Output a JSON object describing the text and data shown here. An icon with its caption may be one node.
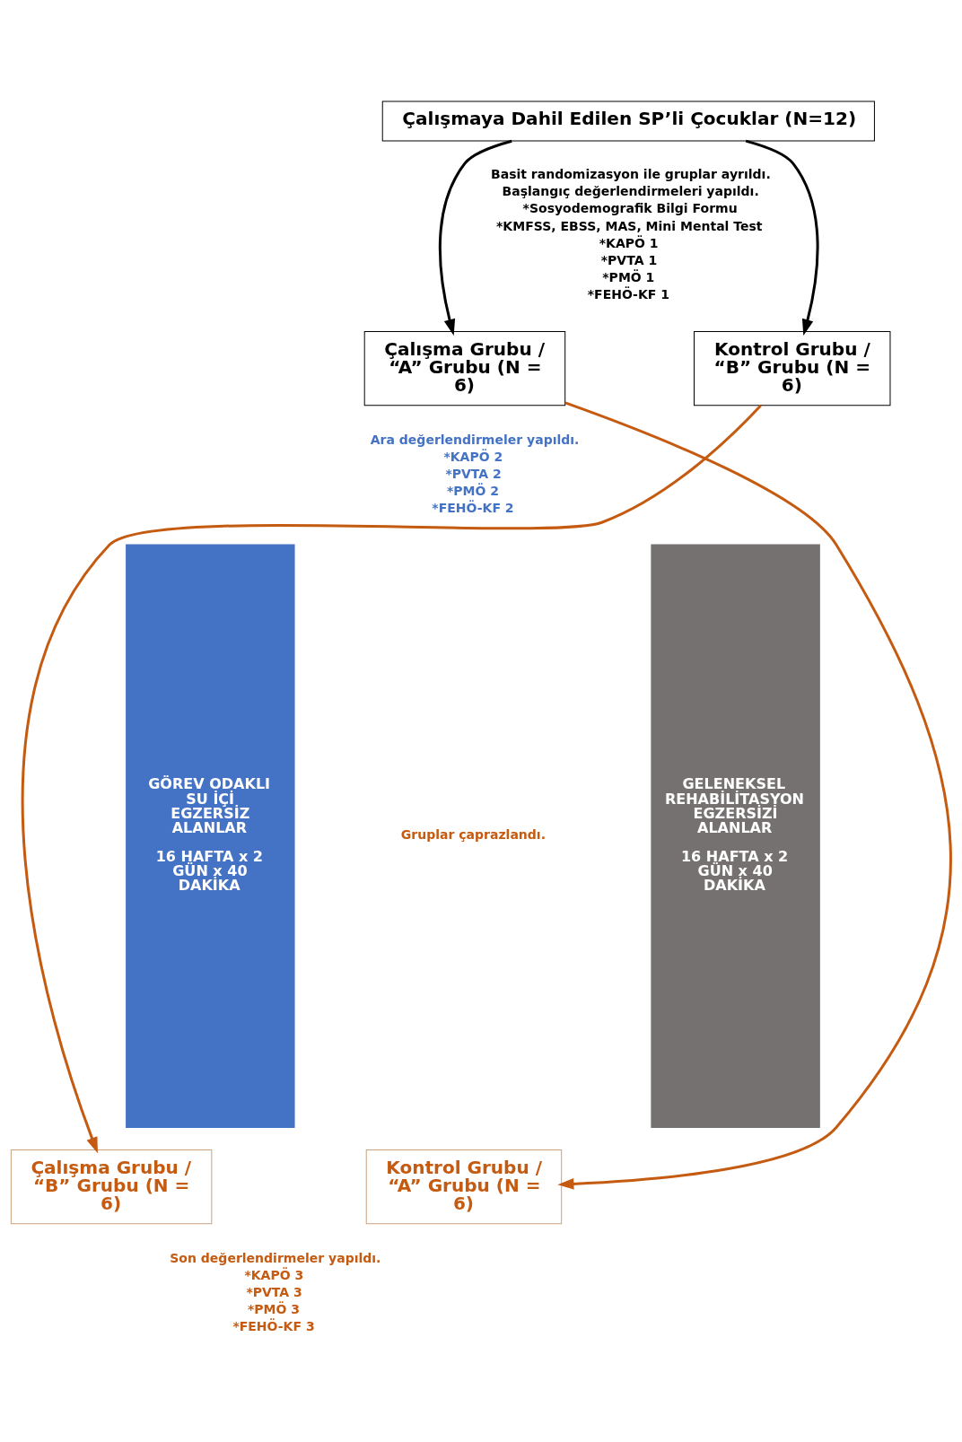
{
  "diagram": {
    "nodes": [
      {
        "text": [
          "Çalışmaya Dahil Edilen SP’li Çocuklar (N=12)"
        ]
      },
      {
        "text": [
          "Çalışma Grubu / “A” Grubu (N = 6)"
        ]
      },
      {
        "text": [
          "Kontrol Grubu / “B” Grubu (N = 6)"
        ]
      },
      {
        "text": [
          "Çalışma Grubu / “B” Grubu (N = 6)"
        ]
      },
      {
        "text": [
          "Kontrol Grubu / “A” Grubu (N = 6)"
        ]
      },
      {
        "text": [
          "GÖREV ODAKLI SU İÇİ EGZERSİZ ALANLAR",
          "16 HAFTA x 2 GÜN x 40 DAKİKA"
        ]
      },
      {
        "text": [
          "GELENEKSEL REHABİLİTASYON EGZERSİZİ ALANLAR",
          "16 HAFTA x 2 GÜN x 40 DAKİKA"
        ]
      }
    ],
    "edges": [
      {
        "from": 0,
        "to": 1,
        "arrow": "to"
      },
      {
        "from": 0,
        "to": 2,
        "arrow": "to"
      },
      {
        "from": 1,
        "to": 4,
        "arrow": "to",
        "color": "#c55a11"
      },
      {
        "from": 2,
        "to": 3,
        "arrow": "to",
        "color": "#c55a11"
      }
    ],
    "labels": [
      "Basit randomizasyon ile gruplar ayrıldı.",
      "Başlangıç değerlendirmeleri yapıldı.",
      "*Sosyodemografik Bilgi Formu",
      "*KMFSS, EBSS, MAS, Mini Mental Test",
      "*KAPÖ 1",
      "*PVTA 1",
      "*PMÖ 1",
      "*FEHÖ-KF 1",
      "Ara değerlendirmeler yapıldı.",
      "*KAPÖ 2",
      "*PVTA 2",
      "*PMÖ 2",
      "*FEHÖ-KF 2",
      "Gruplar çaprazlandı.",
      "Son değerlendirmeler yapıldı.",
      "*KAPÖ 3",
      "*PVTA 3",
      "*PMÖ 3",
      "*FEHÖ-KF 3"
    ]
  }
}
